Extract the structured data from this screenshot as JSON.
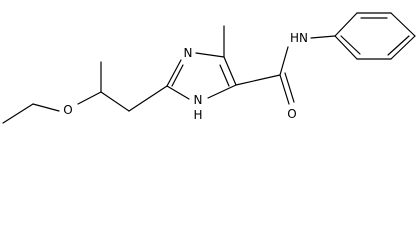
{
  "structure": {
    "atom_labels": {
      "ether_oxygen": "O",
      "ring_nitrogen": "N",
      "ring_nh": "N",
      "ring_nh_h": "H",
      "amide_nh": "HN",
      "carbonyl_oxygen": "O"
    }
  }
}
